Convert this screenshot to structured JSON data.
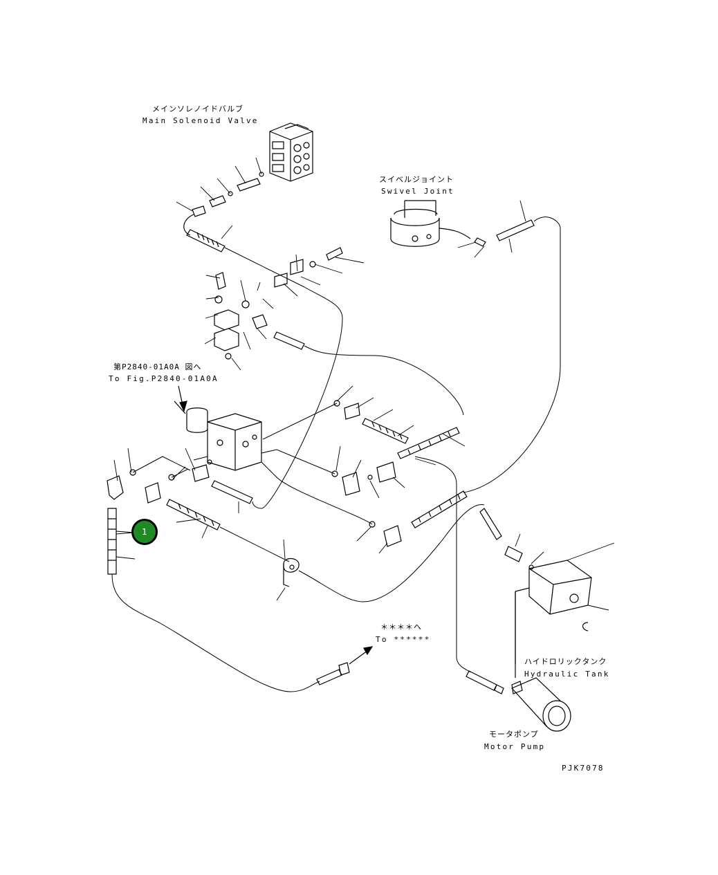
{
  "labels": {
    "main_solenoid_jp": "メインソレノイドバルブ",
    "main_solenoid_en": "Main Solenoid Valve",
    "swivel_jp": "スイベルジョイント",
    "swivel_en": "Swivel Joint",
    "tofig_jp": "第P2840-01A0A 図へ",
    "tofig_en": "To Fig.P2840-01A0A",
    "to_jp": "＊＊＊＊へ",
    "to_en": "To ******",
    "hyd_jp": "ハイドロリックタンク",
    "hyd_en": "Hydraulic Tank",
    "pump_jp": "モータポンプ",
    "pump_en": "Motor Pump",
    "drawing_no": "PJK7078"
  },
  "callouts": [
    {
      "number": "1",
      "color": "#1e8a23"
    }
  ]
}
